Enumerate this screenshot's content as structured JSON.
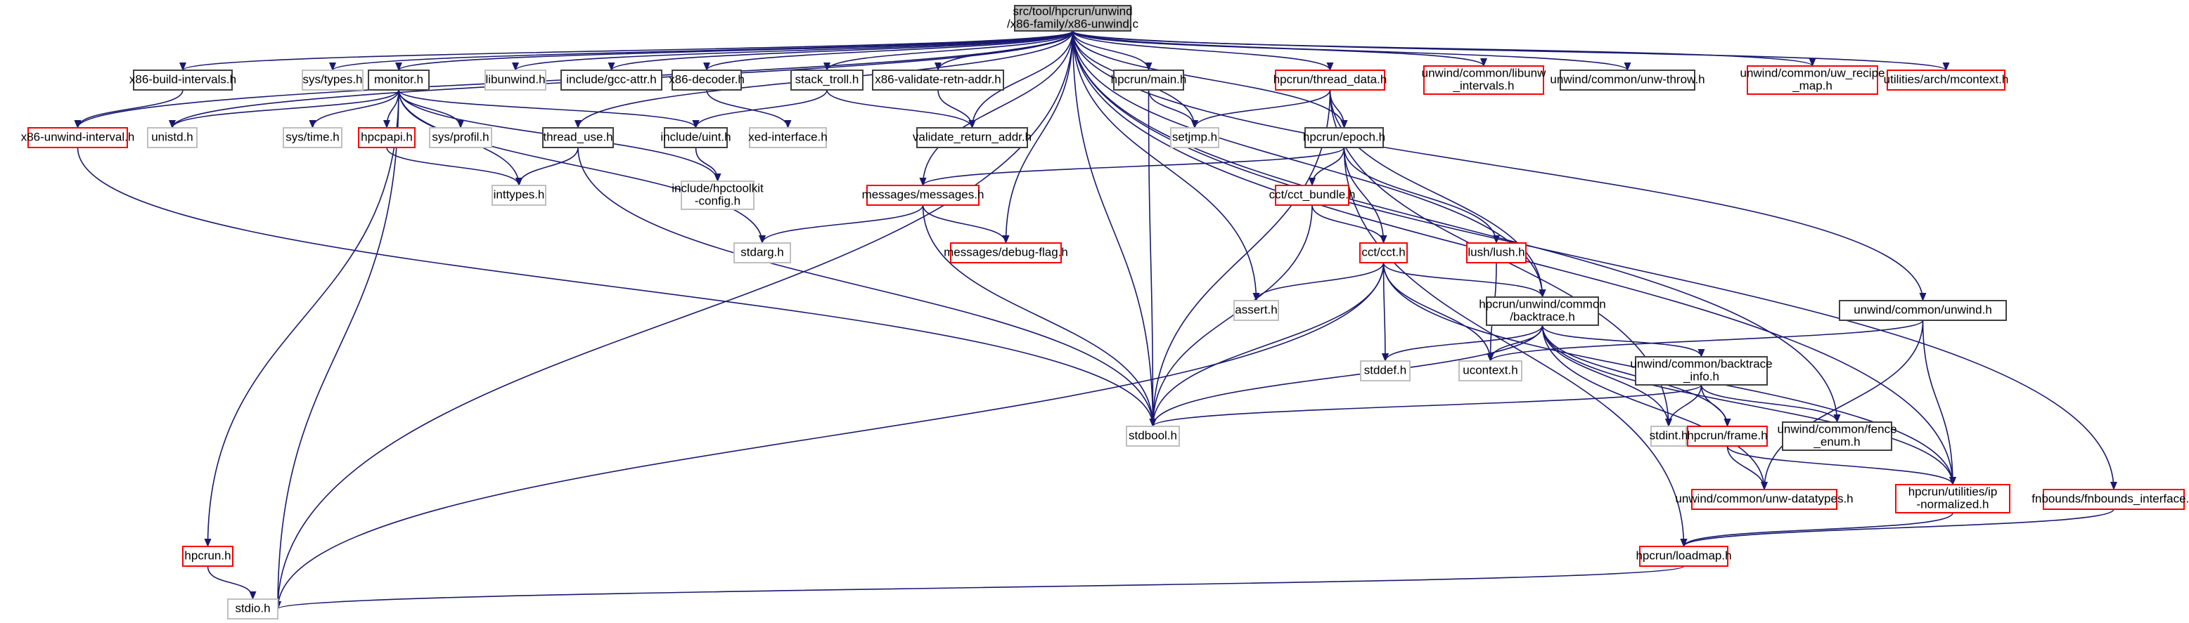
{
  "title": "src/tool/hpcrun/unwind/x86-family/x86-unwind.c",
  "legend": {
    "root_style": "gray filled",
    "documented_style": "black border",
    "undocumented_style": "red border",
    "external_style": "light gray border"
  },
  "colors": {
    "edge": "#191970",
    "root_fill": "#bfbfbf",
    "border_documented": "#404040",
    "border_undocumented": "#ff0000",
    "border_external": "#bfbfbf"
  },
  "nodes": [
    {
      "id": "root",
      "label": [
        "src/tool/hpcrun/unwind",
        "/x86-family/x86-unwind.c"
      ],
      "kind": "root"
    },
    {
      "id": "x86_build_intervals",
      "label": [
        "x86-build-intervals.h"
      ],
      "kind": "normal"
    },
    {
      "id": "sys_types",
      "label": [
        "sys/types.h"
      ],
      "kind": "missing"
    },
    {
      "id": "monitor",
      "label": [
        "monitor.h"
      ],
      "kind": "normal"
    },
    {
      "id": "libunwind",
      "label": [
        "libunwind.h"
      ],
      "kind": "missing"
    },
    {
      "id": "gcc_attr",
      "label": [
        "include/gcc-attr.h"
      ],
      "kind": "normal"
    },
    {
      "id": "x86_decoder",
      "label": [
        "x86-decoder.h"
      ],
      "kind": "normal"
    },
    {
      "id": "stack_troll",
      "label": [
        "stack_troll.h"
      ],
      "kind": "normal"
    },
    {
      "id": "x86_validate",
      "label": [
        "x86-validate-retn-addr.h"
      ],
      "kind": "normal"
    },
    {
      "id": "main_h",
      "label": [
        "hpcrun/main.h"
      ],
      "kind": "normal"
    },
    {
      "id": "thread_data",
      "label": [
        "hpcrun/thread_data.h"
      ],
      "kind": "red"
    },
    {
      "id": "libunw_intervals",
      "label": [
        "unwind/common/libunw",
        "_intervals.h"
      ],
      "kind": "red"
    },
    {
      "id": "unw_throw",
      "label": [
        "unwind/common/unw-throw.h"
      ],
      "kind": "normal"
    },
    {
      "id": "uw_recipe_map",
      "label": [
        "unwind/common/uw_recipe",
        "_map.h"
      ],
      "kind": "red"
    },
    {
      "id": "mcontext",
      "label": [
        "utilities/arch/mcontext.h"
      ],
      "kind": "red"
    },
    {
      "id": "x86_unwind_interval",
      "label": [
        "x86-unwind-interval.h"
      ],
      "kind": "red"
    },
    {
      "id": "unistd",
      "label": [
        "unistd.h"
      ],
      "kind": "missing"
    },
    {
      "id": "sys_time",
      "label": [
        "sys/time.h"
      ],
      "kind": "missing"
    },
    {
      "id": "hpcpapi",
      "label": [
        "hpcpapi.h"
      ],
      "kind": "red"
    },
    {
      "id": "sys_profil",
      "label": [
        "sys/profil.h"
      ],
      "kind": "missing"
    },
    {
      "id": "thread_use",
      "label": [
        "thread_use.h"
      ],
      "kind": "normal"
    },
    {
      "id": "uint",
      "label": [
        "include/uint.h"
      ],
      "kind": "normal"
    },
    {
      "id": "xed_interface",
      "label": [
        "xed-interface.h"
      ],
      "kind": "missing"
    },
    {
      "id": "validate_return_addr",
      "label": [
        "validate_return_addr.h"
      ],
      "kind": "normal"
    },
    {
      "id": "setjmp",
      "label": [
        "setjmp.h"
      ],
      "kind": "missing"
    },
    {
      "id": "epoch",
      "label": [
        "hpcrun/epoch.h"
      ],
      "kind": "normal"
    },
    {
      "id": "inttypes",
      "label": [
        "inttypes.h"
      ],
      "kind": "missing"
    },
    {
      "id": "hpctoolkit_config",
      "label": [
        "include/hpctoolkit",
        "-config.h"
      ],
      "kind": "missing"
    },
    {
      "id": "messages",
      "label": [
        "messages/messages.h"
      ],
      "kind": "red"
    },
    {
      "id": "cct_bundle",
      "label": [
        "cct/cct_bundle.h"
      ],
      "kind": "red"
    },
    {
      "id": "stdarg",
      "label": [
        "stdarg.h"
      ],
      "kind": "missing"
    },
    {
      "id": "debug_flag",
      "label": [
        "messages/debug-flag.h"
      ],
      "kind": "red"
    },
    {
      "id": "cct",
      "label": [
        "cct/cct.h"
      ],
      "kind": "red"
    },
    {
      "id": "lush",
      "label": [
        "lush/lush.h"
      ],
      "kind": "red"
    },
    {
      "id": "assert",
      "label": [
        "assert.h"
      ],
      "kind": "missing"
    },
    {
      "id": "backtrace",
      "label": [
        "hpcrun/unwind/common",
        "/backtrace.h"
      ],
      "kind": "normal"
    },
    {
      "id": "unwind_h",
      "label": [
        "unwind/common/unwind.h"
      ],
      "kind": "normal"
    },
    {
      "id": "stddef",
      "label": [
        "stddef.h"
      ],
      "kind": "missing"
    },
    {
      "id": "ucontext",
      "label": [
        "ucontext.h"
      ],
      "kind": "missing"
    },
    {
      "id": "backtrace_info",
      "label": [
        "unwind/common/backtrace",
        "_info.h"
      ],
      "kind": "normal"
    },
    {
      "id": "stdbool",
      "label": [
        "stdbool.h"
      ],
      "kind": "missing"
    },
    {
      "id": "stdint",
      "label": [
        "stdint.h"
      ],
      "kind": "missing"
    },
    {
      "id": "frame",
      "label": [
        "hpcrun/frame.h"
      ],
      "kind": "red"
    },
    {
      "id": "fence_enum",
      "label": [
        "unwind/common/fence",
        "_enum.h"
      ],
      "kind": "normal"
    },
    {
      "id": "unw_datatypes",
      "label": [
        "unwind/common/unw-datatypes.h"
      ],
      "kind": "red"
    },
    {
      "id": "ip_normalized",
      "label": [
        "hpcrun/utilities/ip",
        "-normalized.h"
      ],
      "kind": "red"
    },
    {
      "id": "fnbounds",
      "label": [
        "fnbounds/fnbounds_interface.h"
      ],
      "kind": "red"
    },
    {
      "id": "hpcrun_h",
      "label": [
        "hpcrun.h"
      ],
      "kind": "red"
    },
    {
      "id": "loadmap",
      "label": [
        "hpcrun/loadmap.h"
      ],
      "kind": "red"
    },
    {
      "id": "stdio",
      "label": [
        "stdio.h"
      ],
      "kind": "missing"
    }
  ],
  "edges": [
    [
      "root",
      "x86_build_intervals"
    ],
    [
      "root",
      "sys_types"
    ],
    [
      "root",
      "monitor"
    ],
    [
      "root",
      "libunwind"
    ],
    [
      "root",
      "gcc_attr"
    ],
    [
      "root",
      "x86_decoder"
    ],
    [
      "root",
      "stack_troll"
    ],
    [
      "root",
      "x86_validate"
    ],
    [
      "root",
      "main_h"
    ],
    [
      "root",
      "thread_data"
    ],
    [
      "root",
      "libunw_intervals"
    ],
    [
      "root",
      "unw_throw"
    ],
    [
      "root",
      "uw_recipe_map"
    ],
    [
      "root",
      "mcontext"
    ],
    [
      "root",
      "x86_unwind_interval"
    ],
    [
      "root",
      "unistd"
    ],
    [
      "root",
      "thread_use"
    ],
    [
      "root",
      "validate_return_addr"
    ],
    [
      "root",
      "setjmp"
    ],
    [
      "root",
      "epoch"
    ],
    [
      "root",
      "messages"
    ],
    [
      "root",
      "debug_flag"
    ],
    [
      "root",
      "assert"
    ],
    [
      "root",
      "backtrace"
    ],
    [
      "root",
      "unwind_h"
    ],
    [
      "root",
      "stdbool"
    ],
    [
      "root",
      "fence_enum"
    ],
    [
      "root",
      "ip_normalized"
    ],
    [
      "root",
      "fnbounds"
    ],
    [
      "root",
      "stdio"
    ],
    [
      "x86_build_intervals",
      "x86_unwind_interval"
    ],
    [
      "x86_unwind_interval",
      "stdbool"
    ],
    [
      "monitor",
      "unistd"
    ],
    [
      "monitor",
      "sys_time"
    ],
    [
      "monitor",
      "hpcpapi"
    ],
    [
      "monitor",
      "sys_profil"
    ],
    [
      "monitor",
      "inttypes"
    ],
    [
      "monitor",
      "uint"
    ],
    [
      "monitor",
      "hpctoolkit_config"
    ],
    [
      "monitor",
      "stdarg"
    ],
    [
      "monitor",
      "hpcrun_h"
    ],
    [
      "monitor",
      "stdio"
    ],
    [
      "hpcpapi",
      "inttypes"
    ],
    [
      "thread_use",
      "inttypes"
    ],
    [
      "thread_use",
      "stdbool"
    ],
    [
      "x86_decoder",
      "xed_interface"
    ],
    [
      "stack_troll",
      "uint"
    ],
    [
      "stack_troll",
      "validate_return_addr"
    ],
    [
      "x86_validate",
      "validate_return_addr"
    ],
    [
      "uint",
      "hpctoolkit_config"
    ],
    [
      "main_h",
      "setjmp"
    ],
    [
      "main_h",
      "stdbool"
    ],
    [
      "thread_data",
      "setjmp"
    ],
    [
      "thread_data",
      "epoch"
    ],
    [
      "thread_data",
      "stdbool"
    ],
    [
      "thread_data",
      "backtrace"
    ],
    [
      "thread_data",
      "stdint"
    ],
    [
      "epoch",
      "messages"
    ],
    [
      "epoch",
      "cct_bundle"
    ],
    [
      "epoch",
      "cct"
    ],
    [
      "epoch",
      "lush"
    ],
    [
      "epoch",
      "loadmap"
    ],
    [
      "messages",
      "stdarg"
    ],
    [
      "messages",
      "debug_flag"
    ],
    [
      "messages",
      "stdbool"
    ],
    [
      "cct_bundle",
      "cct"
    ],
    [
      "cct_bundle",
      "stdbool"
    ],
    [
      "cct",
      "assert"
    ],
    [
      "cct",
      "backtrace"
    ],
    [
      "cct",
      "stddef"
    ],
    [
      "cct",
      "ucontext"
    ],
    [
      "cct",
      "stdbool"
    ],
    [
      "cct",
      "ip_normalized"
    ],
    [
      "cct",
      "stdio"
    ],
    [
      "lush",
      "ucontext"
    ],
    [
      "backtrace",
      "stddef"
    ],
    [
      "backtrace",
      "ucontext"
    ],
    [
      "backtrace",
      "stdbool"
    ],
    [
      "backtrace",
      "stdint"
    ],
    [
      "backtrace",
      "backtrace_info"
    ],
    [
      "backtrace",
      "frame"
    ],
    [
      "backtrace",
      "unw_datatypes"
    ],
    [
      "backtrace",
      "ip_normalized"
    ],
    [
      "unwind_h",
      "ucontext"
    ],
    [
      "unwind_h",
      "unw_datatypes"
    ],
    [
      "unwind_h",
      "ip_normalized"
    ],
    [
      "backtrace_info",
      "stdbool"
    ],
    [
      "backtrace_info",
      "stdint"
    ],
    [
      "backtrace_info",
      "frame"
    ],
    [
      "backtrace_info",
      "fence_enum"
    ],
    [
      "frame",
      "unw_datatypes"
    ],
    [
      "frame",
      "ip_normalized"
    ],
    [
      "ip_normalized",
      "loadmap"
    ],
    [
      "fnbounds",
      "loadmap"
    ],
    [
      "hpcrun_h",
      "stdio"
    ],
    [
      "loadmap",
      "stdio"
    ]
  ]
}
